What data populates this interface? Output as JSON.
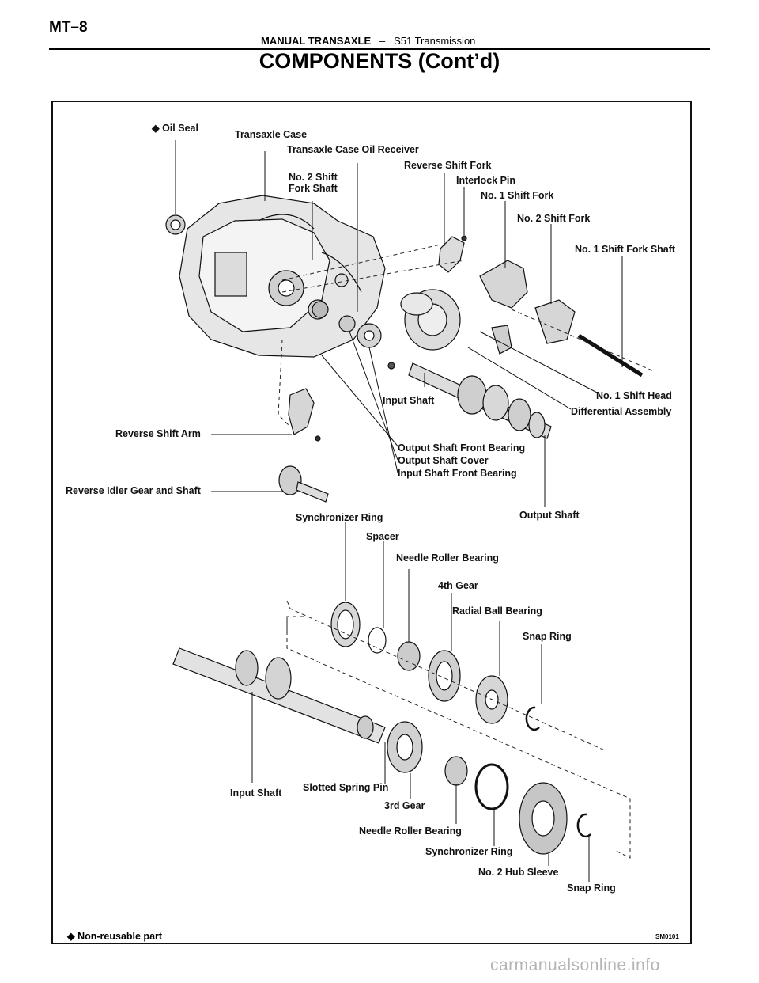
{
  "header": {
    "page_id": "MT–8",
    "section": "MANUAL TRANSAXLE",
    "separator": "–",
    "subsection": "S51 Transmission"
  },
  "title": "COMPONENTS (Cont’d)",
  "labels": {
    "oil_seal": "◆ Oil Seal",
    "transaxle_case": "Transaxle Case",
    "case_oil_receiver": "Transaxle Case Oil Receiver",
    "reverse_shift_fork": "Reverse Shift Fork",
    "no2_shift_fork_shaft": "No. 2 Shift\nFork Shaft",
    "interlock_pin": "Interlock Pin",
    "no1_shift_fork": "No. 1 Shift Fork",
    "no2_shift_fork": "No. 2 Shift Fork",
    "no1_shift_fork_shaft": "No. 1 Shift Fork Shaft",
    "no1_shift_head": "No. 1 Shift Head",
    "differential_assembly": "Differential Assembly",
    "input_shaft_top": "Input Shaft",
    "reverse_shift_arm": "Reverse Shift Arm",
    "output_shaft_front_bearing": "Output Shaft Front Bearing",
    "output_shaft_cover": "Output Shaft Cover",
    "input_shaft_front_bearing": "Input Shaft Front Bearing",
    "reverse_idler_gear_shaft": "Reverse Idler Gear and Shaft",
    "output_shaft": "Output Shaft",
    "synchronizer_ring_top": "Synchronizer Ring",
    "spacer": "Spacer",
    "needle_roller_bearing_top": "Needle Roller Bearing",
    "fourth_gear": "4th Gear",
    "radial_ball_bearing": "Radial Ball Bearing",
    "snap_ring_top": "Snap Ring",
    "input_shaft_bottom": "Input Shaft",
    "slotted_spring_pin": "Slotted Spring Pin",
    "third_gear": "3rd Gear",
    "needle_roller_bearing_bottom": "Needle Roller Bearing",
    "synchronizer_ring_bottom": "Synchronizer Ring",
    "no2_hub_sleeve": "No. 2 Hub Sleeve",
    "snap_ring_bottom": "Snap Ring"
  },
  "footnote": "◆ Non-reusable part",
  "figure_code": "SM0101",
  "watermark": "carmanualsonline.info"
}
